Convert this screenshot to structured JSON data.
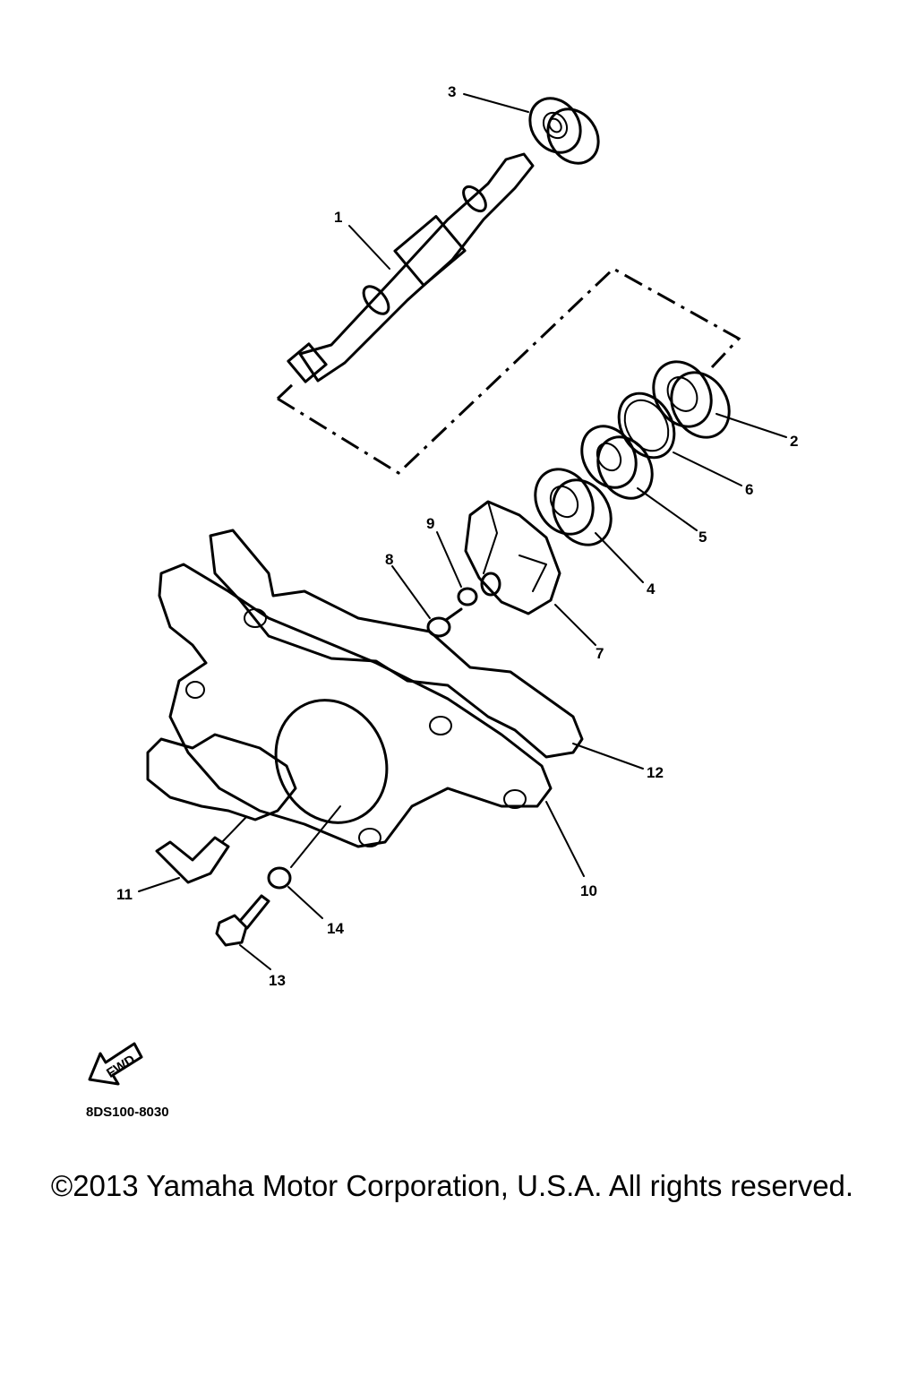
{
  "diagram": {
    "part_labels": {
      "p1": "1",
      "p2": "2",
      "p3": "3",
      "p4": "4",
      "p5": "5",
      "p6": "6",
      "p7": "7",
      "p8": "8",
      "p9": "9",
      "p10": "10",
      "p11": "11",
      "p12": "12",
      "p13": "13",
      "p14": "14"
    },
    "fwd_label": "FWD",
    "diagram_code": "8DS100-8030"
  },
  "footer": {
    "copyright": "©2013 Yamaha Motor Corporation, U.S.A. All rights reserved."
  }
}
